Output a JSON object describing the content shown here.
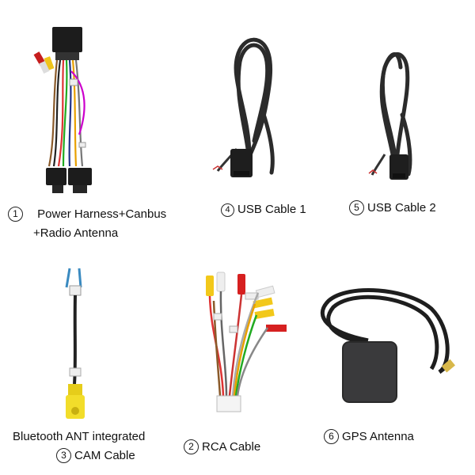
{
  "items": [
    {
      "number": "1",
      "line1": "Power Harness+Canbus",
      "line2": "+Radio Antenna"
    },
    {
      "number": "4",
      "line1": "USB Cable 1"
    },
    {
      "number": "5",
      "line1": "USB Cable 2"
    },
    {
      "number": "3",
      "pre": "Bluetooth ANT integrated",
      "line1": "CAM Cable"
    },
    {
      "number": "2",
      "line1": "RCA Cable"
    },
    {
      "number": "6",
      "line1": "GPS Antenna"
    }
  ]
}
